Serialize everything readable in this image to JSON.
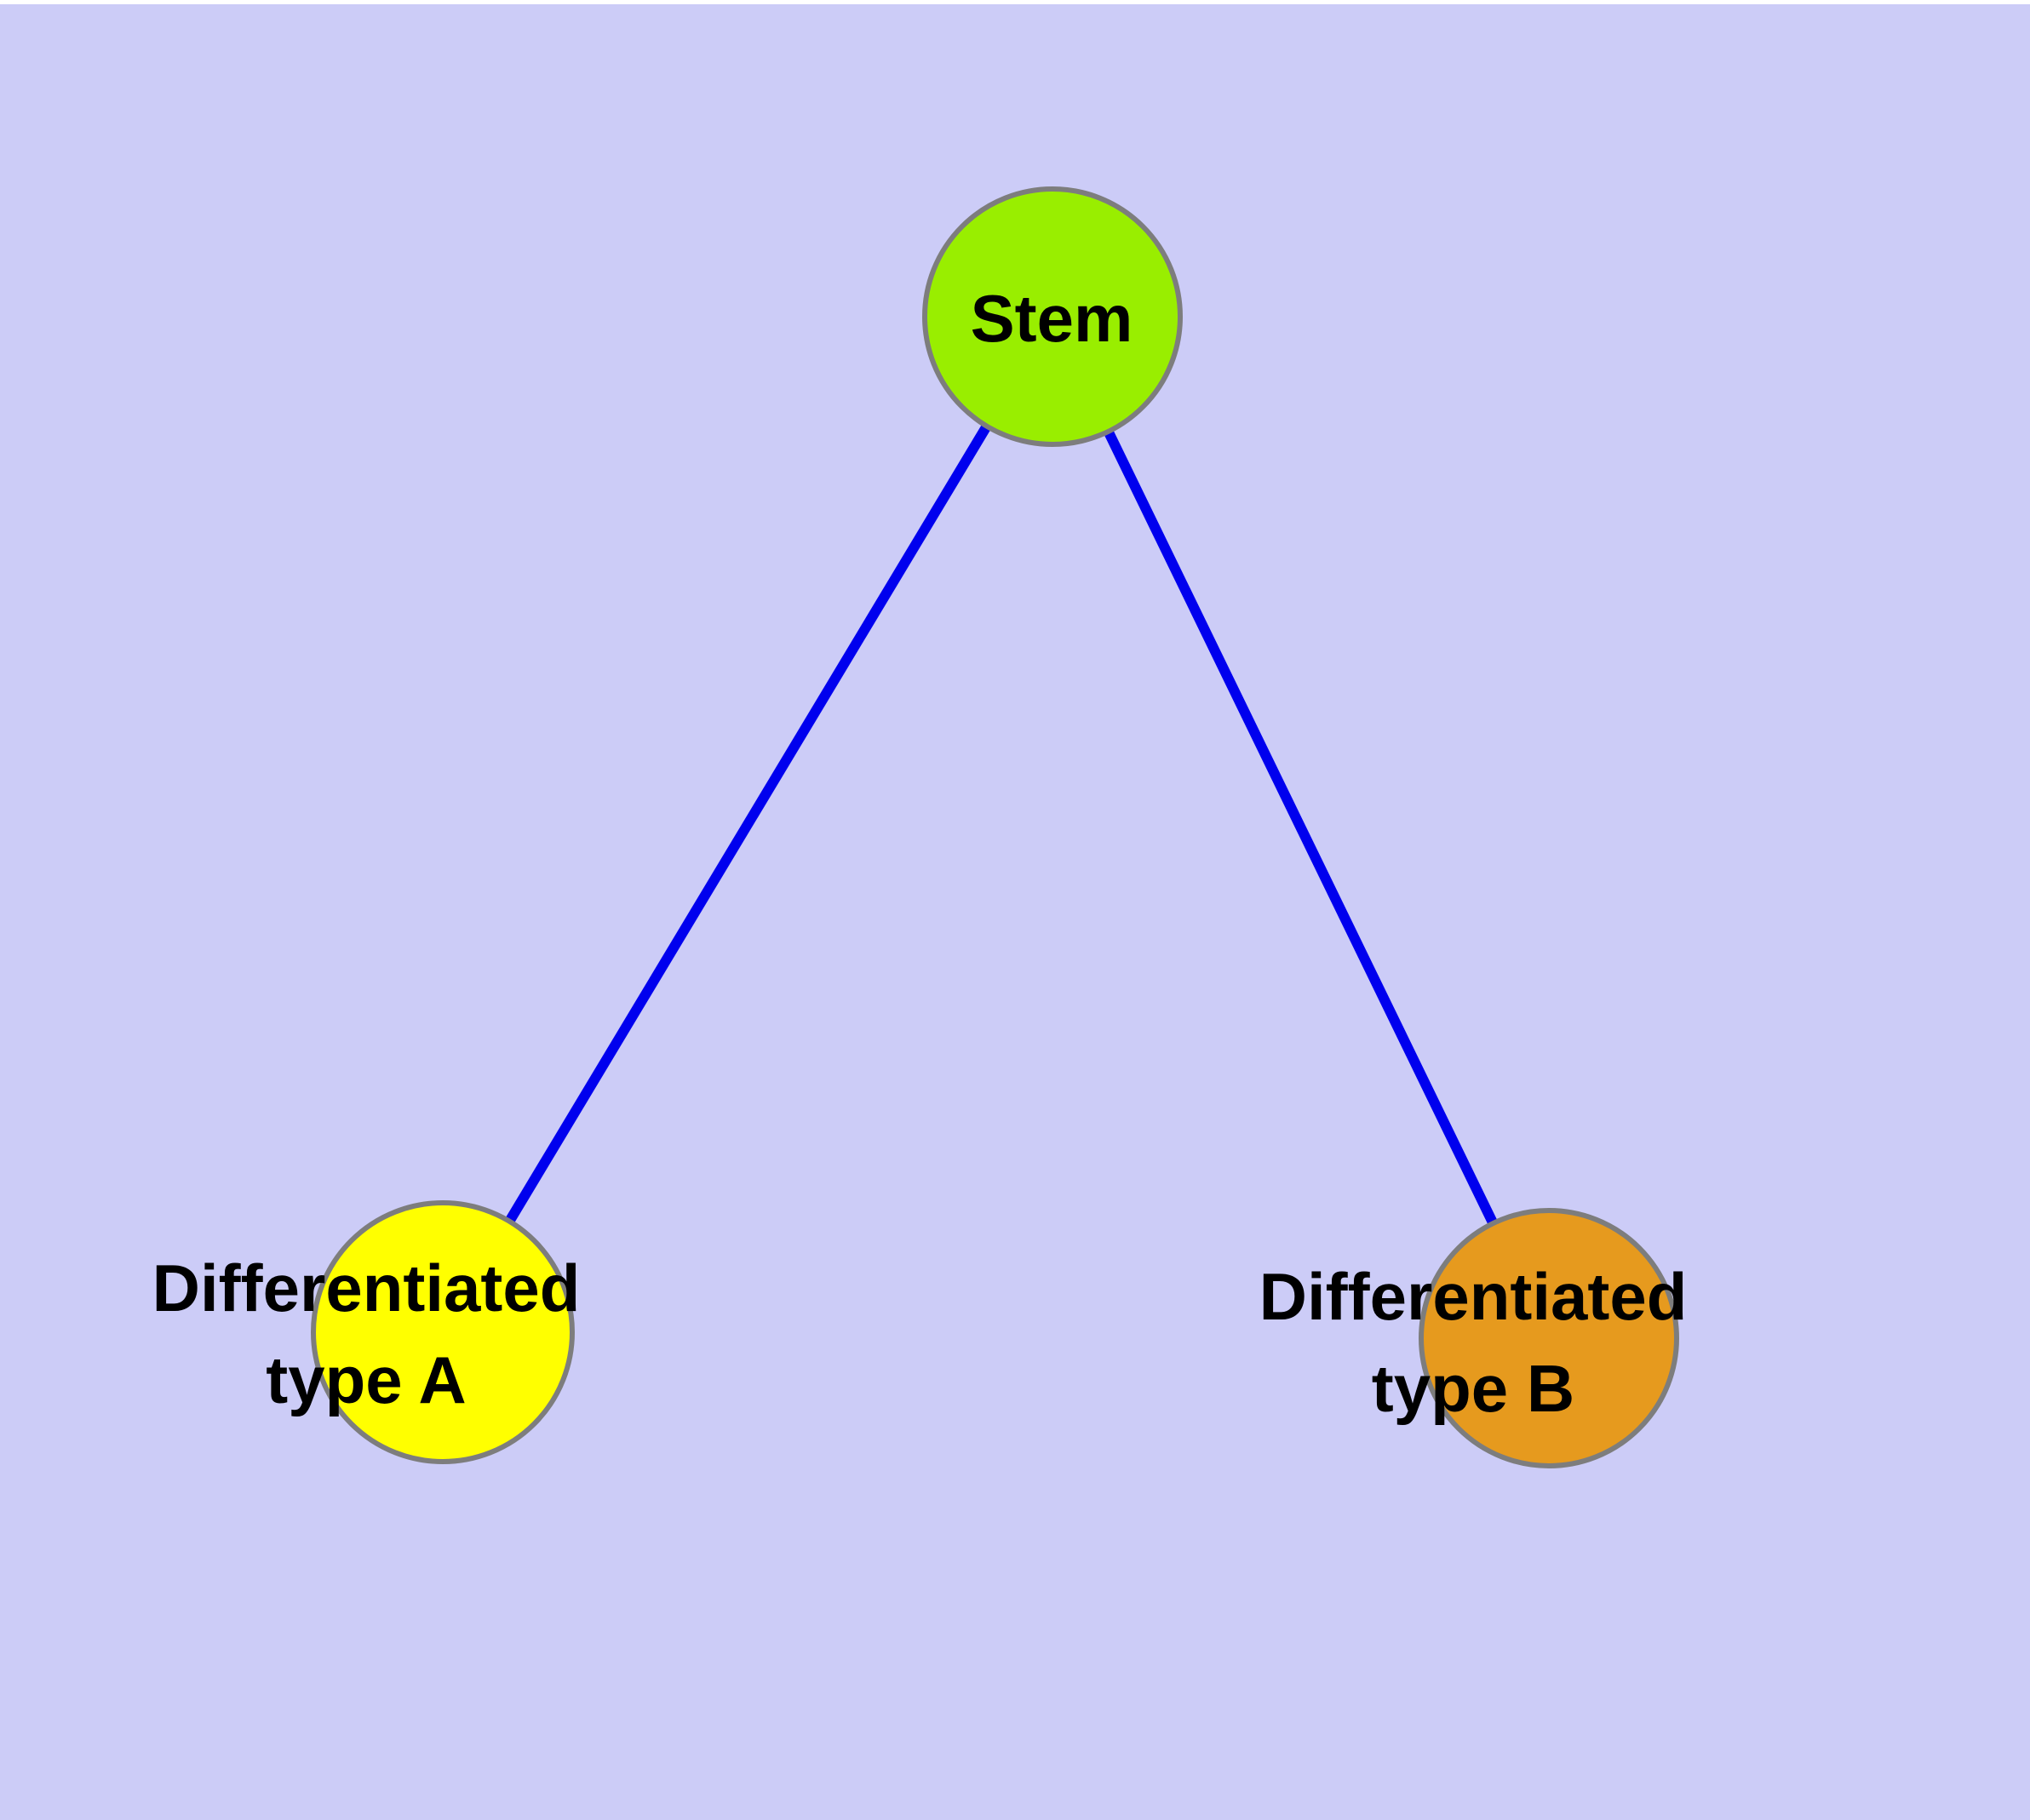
{
  "diagram": {
    "title": "",
    "background_color": "#CCCCF7",
    "top_margin_color": "#FFFFFF",
    "edge_color": "#0000EE",
    "node_border_color": "#7D7D7D",
    "label_color": "#000000",
    "nodes": [
      {
        "id": "stem",
        "label": "Stem",
        "lines": [
          "Stem"
        ],
        "color": "#99EE00"
      },
      {
        "id": "type-a",
        "label": "Differentiated type A",
        "lines": [
          "Differentiated",
          "type A"
        ],
        "color": "#FFFF00"
      },
      {
        "id": "type-b",
        "label": "Differentiated type B",
        "lines": [
          "Differentiated",
          "type B"
        ],
        "color": "#E69A1E"
      }
    ],
    "edges": [
      {
        "from": "Stem",
        "to": "Differentiated type A"
      },
      {
        "from": "Stem",
        "to": "Differentiated type B"
      }
    ]
  }
}
